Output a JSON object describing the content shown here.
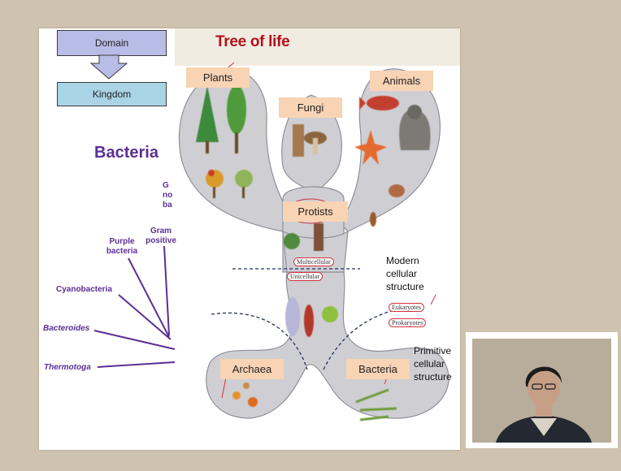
{
  "slide": {
    "title": "Tree of life",
    "hierarchy": {
      "domain": "Domain",
      "kingdom": "Kingdom"
    },
    "bacteria_heading": "Bacteria",
    "bacteria_branches": [
      {
        "label": "Thermotoga",
        "italic": true
      },
      {
        "label": "Bacteroides",
        "italic": true
      },
      {
        "label": "Cyanobacteria",
        "italic": false
      },
      {
        "label": "Purple bacteria",
        "italic": false
      },
      {
        "label": "Gram positive",
        "italic": false
      }
    ],
    "cut_off_label": "G no ba",
    "kingdoms": {
      "plants": "Plants",
      "fungi": "Fungi",
      "animals": "Animals",
      "protists": "Protists",
      "archaea": "Archaea",
      "bacteria": "Bacteria"
    },
    "cell_labels": {
      "multicellular": "Multicellular",
      "unicellular": "Unicellular",
      "eukaryotes": "Eukaryotes",
      "prokaryotes": "Prokaryotes"
    },
    "structure_labels": {
      "modern": "Modern cellular structure",
      "primitive": "Primitive cellular structure"
    }
  },
  "colors": {
    "background": "#cfc2ae",
    "tree_fill": "#cfcfd3",
    "label_fill": "#f8d3b4",
    "title_red": "#b3121a",
    "purple_text": "#5b2f94",
    "domain_box": "#b7bde6",
    "kingdom_box": "#a9d4e5",
    "annotation_red": "#d4323d"
  },
  "presenter": {
    "icon": "presenter-video-feed"
  }
}
